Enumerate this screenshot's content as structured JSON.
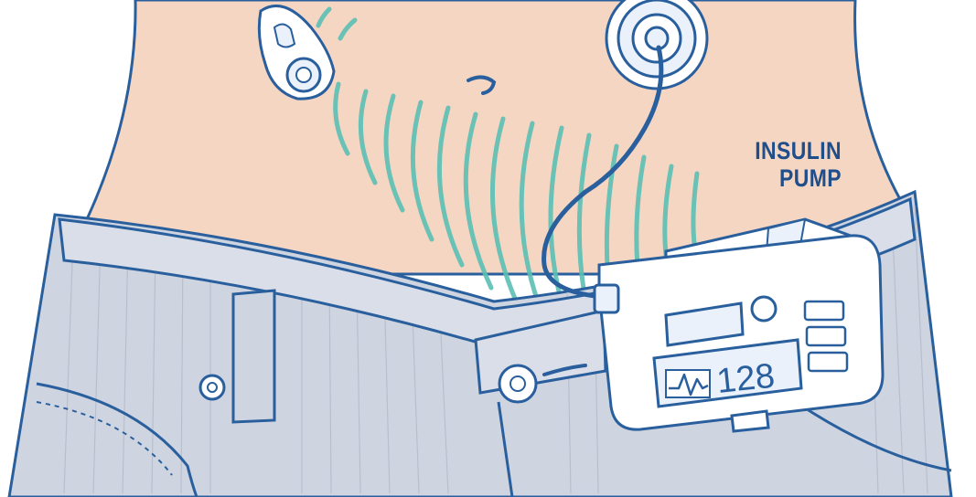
{
  "label": {
    "line1": "INSULIN",
    "line2": "PUMP"
  },
  "pump_display": {
    "reading": "128"
  },
  "colors": {
    "skin": "#f5d6c2",
    "outline": "#2a5f9e",
    "denim": "#cfd5e0",
    "signal": "#5bbfb4",
    "pump_body": "#ffffff",
    "label_text": "#1f4e8a"
  },
  "icons": [
    "sensor-icon",
    "infusion-site-icon",
    "signal-waves-icon",
    "glucose-trend-icon"
  ]
}
